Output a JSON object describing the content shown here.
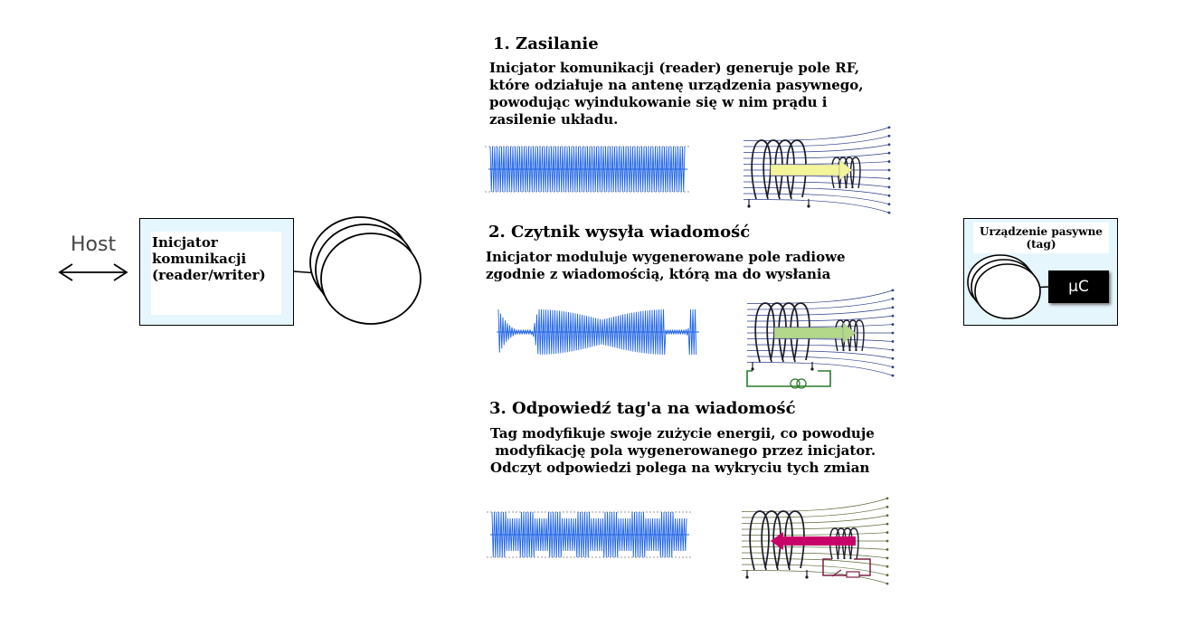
{
  "host": {
    "label": "Host"
  },
  "reader": {
    "label": "Inicjator\nkomunikacji\n(reader/writer)"
  },
  "tag": {
    "title": "Urządzenie pasywne\n(tag)",
    "chip_label": "μC"
  },
  "steps": [
    {
      "title": "1. Zasilanie",
      "text": "Inicjator komunikacji (reader) generuje pole RF,\nktóre odziałuje na antenę urządzenia pasywnego,\npowodując wyindukowanie się w nim prądu i\nzasilenie układu."
    },
    {
      "title": "2. Czytnik wysyła wiadomość",
      "text": "Inicjator moduluje wygenerowane pole radiowe\nzgodnie z wiadomością, którą ma do wysłania"
    },
    {
      "title": "3. Odpowiedź tag'a na wiadomość",
      "text": "Tag modyfikuje swoje zużycie energii, co powoduje\n modyfikację pola wygenerowanego przez inicjator.\nOdczyt odpowiedzi polega na wykryciu tych zmian"
    }
  ],
  "colors": {
    "wave": "#1f64e6",
    "box_fill": "#e6f6fd",
    "arrow_power": "#f4f59a",
    "arrow_send": "#b3d88a",
    "arrow_reply": "#c8006a",
    "field_blue": "#2d3f8a",
    "field_green": "#5b6b3a",
    "circuit_green": "#2a7a2a",
    "circuit_red": "#7a2040"
  },
  "icons": [
    "double-arrow-icon",
    "reader-antenna-icon",
    "tag-antenna-icon"
  ]
}
